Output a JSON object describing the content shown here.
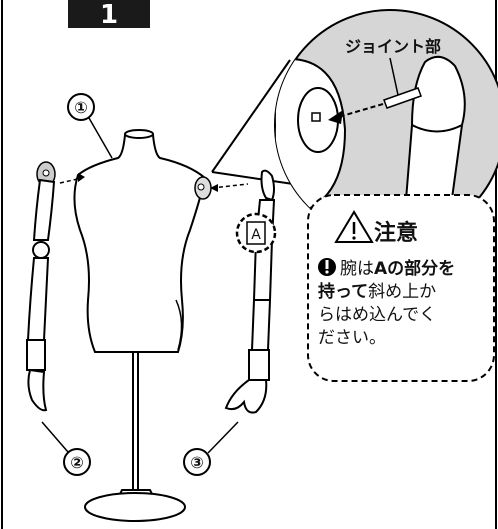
{
  "step": {
    "number": "1"
  },
  "callout": {
    "joint_label": "ジョイント部"
  },
  "parts": [
    {
      "id": "torso",
      "label": "①"
    },
    {
      "id": "left-arm",
      "label": "②"
    },
    {
      "id": "right-arm",
      "label": "③"
    }
  ],
  "marker": {
    "label": "A"
  },
  "caution": {
    "title": "注意",
    "line1_bold": "腕は",
    "line1_a": "A",
    "line1_rest": "の部分を",
    "line2_bold": "持って",
    "line2_rest": "斜め上か",
    "line3": "らはめ込んでく",
    "line4": "ださい。"
  }
}
